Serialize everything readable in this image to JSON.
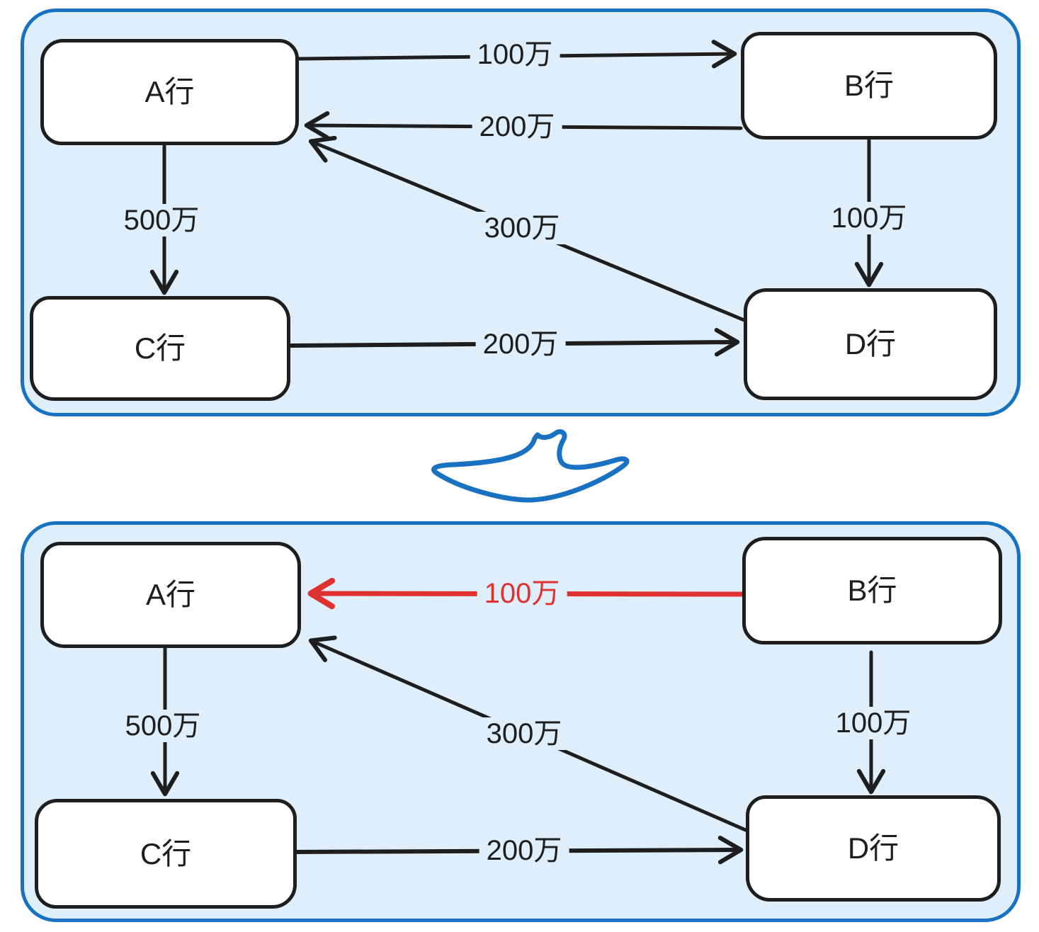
{
  "colors": {
    "ink": "#1e1e1e",
    "red": "#e03131",
    "panel-border": "#1971c2",
    "panel-fill": "#dfeefb",
    "node-fill": "#ffffff"
  },
  "before": {
    "nodes": {
      "a": "A行",
      "b": "B行",
      "c": "C行",
      "d": "D行"
    },
    "edges": {
      "a_to_b": {
        "label": "100万"
      },
      "b_to_a": {
        "label": "200万"
      },
      "a_to_c": {
        "label": "500万"
      },
      "b_to_d": {
        "label": "100万"
      },
      "c_to_d": {
        "label": "200万"
      },
      "d_to_a": {
        "label": "300万"
      }
    }
  },
  "after": {
    "nodes": {
      "a": "A行",
      "b": "B行",
      "c": "C行",
      "d": "D行"
    },
    "edges": {
      "b_to_a": {
        "label": "100万",
        "highlight": "red"
      },
      "a_to_c": {
        "label": "500万"
      },
      "b_to_d": {
        "label": "100万"
      },
      "c_to_d": {
        "label": "200万"
      },
      "d_to_a": {
        "label": "300万"
      }
    }
  }
}
